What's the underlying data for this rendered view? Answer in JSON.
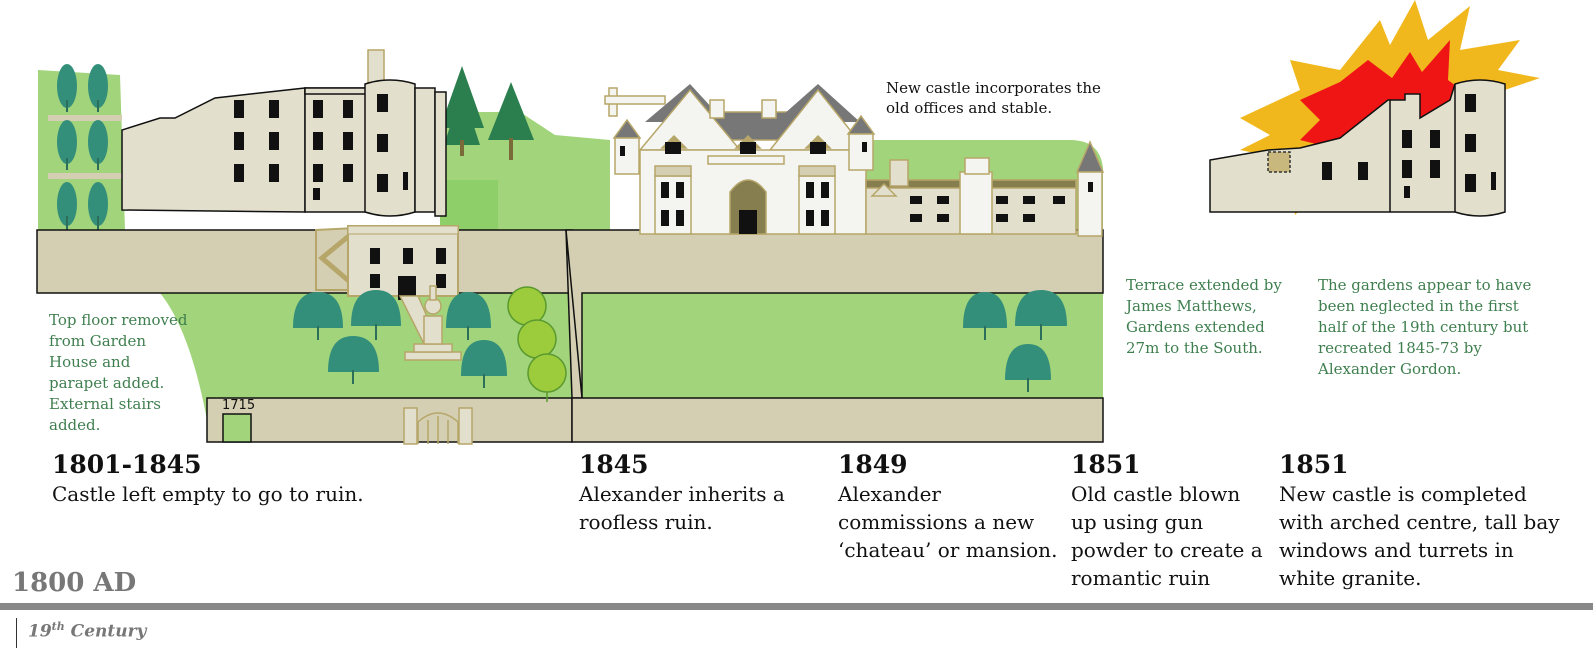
{
  "colors": {
    "grass": "#a2d47c",
    "wall": "#d4cfb2",
    "stone": "#e2dfcc",
    "tree": "#338f7a",
    "pine": "#2b7f4f",
    "note_green": "#3f7f4f",
    "fire_orange": "#f1b81e",
    "fire_red": "#f01515",
    "rule_gray": "#888888"
  },
  "notes": {
    "garden_house": "Top floor removed from Garden House and parapet added. External stairs added.",
    "new_castle_offices": "New castle incorporates the old offices and stable.",
    "terrace": "Terrace extended by James Matthews, Gardens extended 27m to the South.",
    "gardens": "The gardens appear to have been neglected in the first half of the 19th century but recreated 1845-73 by Alexander Gordon.",
    "marker_1715": "1715"
  },
  "timeline": [
    {
      "year": "1801-1845",
      "text": "Castle left empty to go to ruin."
    },
    {
      "year": "1845",
      "text": "Alexander inherits a roofless ruin."
    },
    {
      "year": "1849",
      "text": "Alexander commissions a new ‘chateau’ or mansion."
    },
    {
      "year": "1851",
      "text": "Old castle blown up using gun powder to create a romantic ruin"
    },
    {
      "year": "1851",
      "text": "New castle is completed with arched centre, tall bay windows and turrets in white granite."
    }
  ],
  "footer": {
    "era": "1800 AD",
    "century_prefix": "19",
    "century_sup": "th",
    "century_suffix": " Century"
  }
}
